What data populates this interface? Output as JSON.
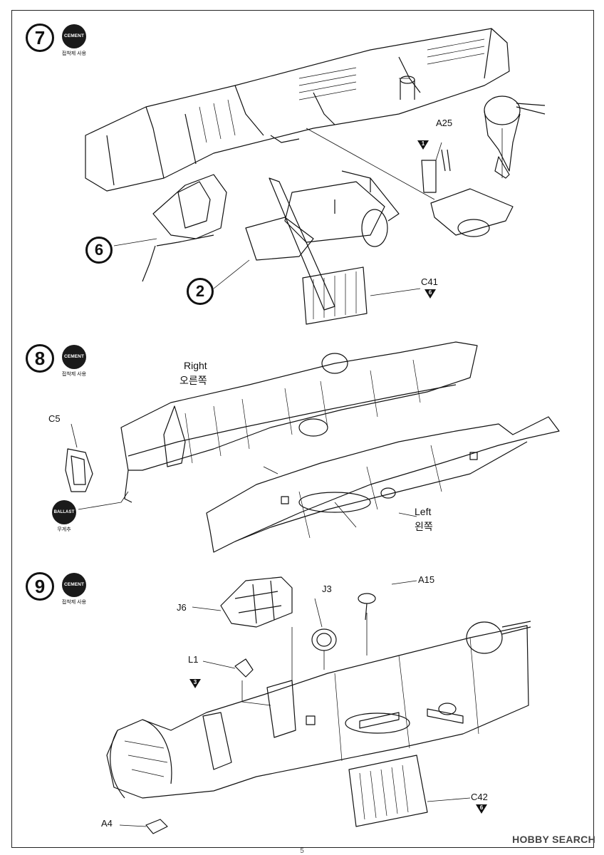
{
  "steps": [
    {
      "number": "7",
      "badge": "CEMENT",
      "badge_sub": "접착제 사용"
    },
    {
      "number": "8",
      "badge": "CEMENT",
      "badge_sub": "접착제 사용"
    },
    {
      "number": "9",
      "badge": "CEMENT",
      "badge_sub": "접착제 사용"
    }
  ],
  "step7": {
    "part_a25": "A25",
    "tri_a25": "1",
    "sub_6": "6",
    "sub_2": "2",
    "part_c41": "C41",
    "tri_c41": "6"
  },
  "step8": {
    "right_en": "Right",
    "right_ko": "오른쪽",
    "left_en": "Left",
    "left_ko": "왼쪽",
    "part_c5": "C5",
    "ballast": "BALLAST",
    "ballast_sub": "무게추"
  },
  "step9": {
    "part_j6": "J6",
    "part_j3": "J3",
    "part_a15": "A15",
    "part_l1": "L1",
    "tri_l1": "3",
    "part_a4": "A4",
    "part_c42": "C42",
    "tri_c42": "6"
  },
  "watermark": "HOBBY SEARCH",
  "page_number": "5"
}
